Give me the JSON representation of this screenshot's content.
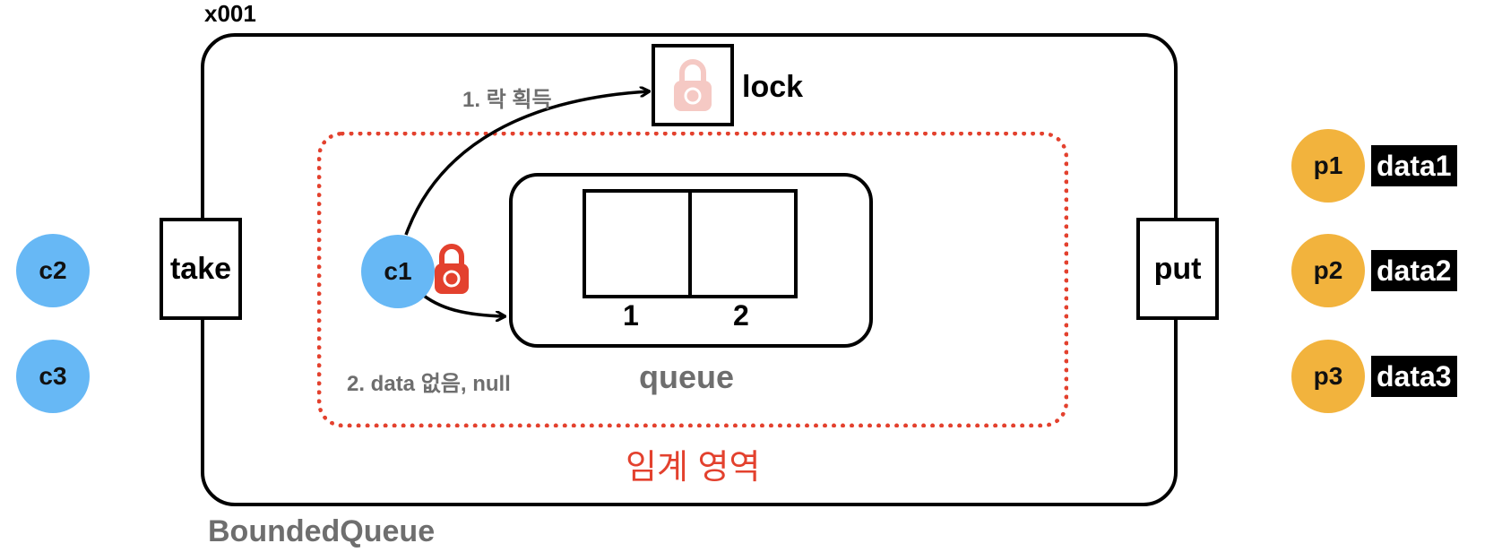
{
  "object_id": "x001",
  "class_name": "BoundedQueue",
  "lock_label": "lock",
  "critical_section_label": "임계 영역",
  "queue": {
    "label": "queue",
    "slots": [
      "1",
      "2"
    ]
  },
  "ports": {
    "take": "take",
    "put": "put"
  },
  "steps": {
    "step1": "1. 락 획득",
    "step2": "2. data 없음, null"
  },
  "active_consumer": "c1",
  "waiting_consumers": [
    "c2",
    "c3"
  ],
  "producers": [
    {
      "name": "p1",
      "data": "data1"
    },
    {
      "name": "p2",
      "data": "data2"
    },
    {
      "name": "p3",
      "data": "data3"
    }
  ],
  "colors": {
    "consumer": "#67b8f5",
    "producer": "#f2b33d",
    "critical_section": "#e3412e",
    "lock_held": "#e3412e",
    "lock_free": "#f5c9c4"
  }
}
